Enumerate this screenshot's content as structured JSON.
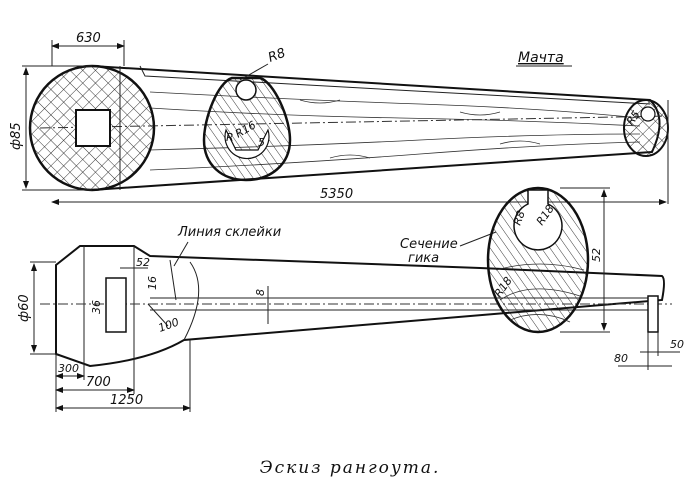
{
  "caption": "Эскиз рангоута.",
  "mast": {
    "title": "Мачта",
    "dims": {
      "top_width": "630",
      "diameter": "ф85",
      "length": "5350",
      "hole_radius": "R8",
      "section_r": "R",
      "section_r16": "R16",
      "section_5": "5",
      "tip_r": "R5"
    }
  },
  "boom": {
    "glue_line_label": "Линия склейки",
    "section_label_line1": "Сечение",
    "section_label_line2": "гика",
    "dims": {
      "diameter": "ф60",
      "d52": "52",
      "d16": "16",
      "d36": "36",
      "d100": "100",
      "d8": "8",
      "d300": "300",
      "d700": "700",
      "d1250": "1250",
      "d80": "80",
      "d50": "50",
      "sec_r8": "R8",
      "sec_r18": "R18",
      "sec_r18b": "R18",
      "sec_52": "52"
    }
  }
}
